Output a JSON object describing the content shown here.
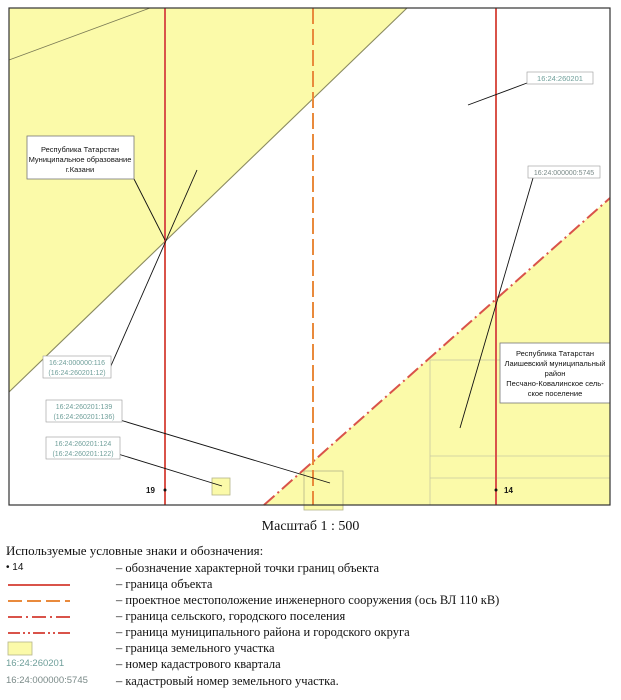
{
  "map": {
    "region_left": [
      "Республика Татарстан",
      "Муниципальное образование",
      "г.Казани"
    ],
    "region_right": [
      "Республика Татарстан",
      "Лаишевский муниципальный",
      "район",
      "Песчано-Ковалинское сель-",
      "ское поселение"
    ],
    "quarter_label": "16:24:260201",
    "parcel_5745": "16:24:000000:5745",
    "parcel_116": [
      "16:24:000000:116",
      "(16:24:260201:12)"
    ],
    "parcel_139": [
      "16:24:260201:139",
      "(16:24:260201:136)"
    ],
    "parcel_124": [
      "16:24:260201:124",
      "(16:24:260201:122)"
    ],
    "point_19": "19",
    "point_14": "14"
  },
  "scale_text": "Масштаб 1 : 500",
  "legend": {
    "title": "Используемые условные знаки и обозначения:",
    "items": [
      {
        "symbol": "point",
        "symbol_text": "• 14",
        "text": "– обозначение характерной точки границ объекта"
      },
      {
        "symbol": "solid-red",
        "text": "– граница объекта"
      },
      {
        "symbol": "dashed-orange",
        "text": "– проектное местоположение инженерного сооружения (ось ВЛ 110 кВ)"
      },
      {
        "symbol": "dashdot-red",
        "text": "– граница сельского, городского поселения"
      },
      {
        "symbol": "dashdotdot-red",
        "text": "– граница муниципального района и городского округа"
      },
      {
        "symbol": "yellow-box",
        "text": "– граница земельного участка"
      },
      {
        "symbol": "quarter-text",
        "symbol_text": "16:24:260201",
        "text": "– номер кадастрового квартала"
      },
      {
        "symbol": "parcel-text",
        "symbol_text": "16:24:000000:5745",
        "text": "– кадастровый номер земельного участка."
      }
    ]
  },
  "colors": {
    "yellow": "#fbfaa9",
    "red": "#d9534a",
    "orange": "#e98a3c",
    "quarter_green": "#6f9f9a",
    "parcel_gray": "#7a8a88"
  }
}
